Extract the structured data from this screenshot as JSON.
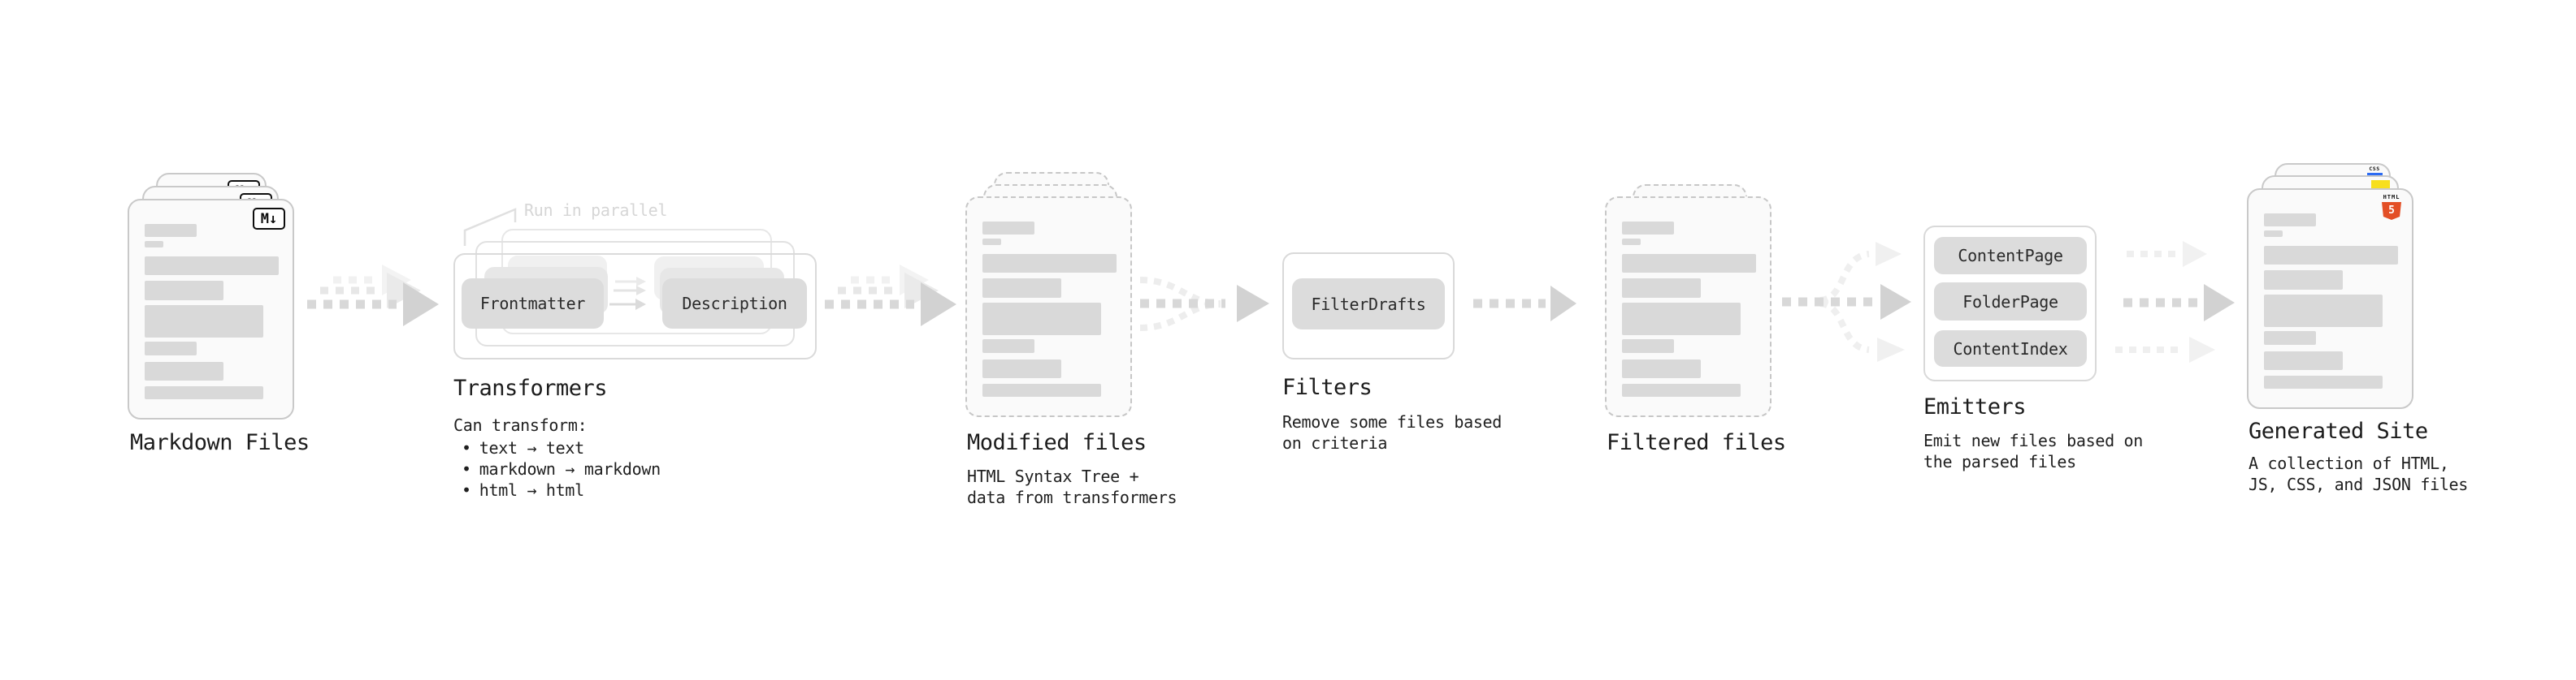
{
  "diagram": {
    "nodes": {
      "markdown_files": {
        "title": "Markdown Files",
        "badge": "M↓"
      },
      "transformers": {
        "note": "Run in parallel",
        "chips": [
          "Frontmatter",
          "Description"
        ],
        "title": "Transformers",
        "description_heading": "Can transform:",
        "bullet_marker": "•",
        "bullets": [
          "text → text",
          "markdown → markdown",
          "html → html"
        ]
      },
      "modified_files": {
        "title": "Modified files",
        "description": [
          "HTML Syntax Tree +",
          "data from transformers"
        ]
      },
      "filters": {
        "chips": [
          "FilterDrafts"
        ],
        "title": "Filters",
        "description": [
          "Remove some files based",
          "on criteria"
        ]
      },
      "filtered_files": {
        "title": "Filtered files"
      },
      "emitters": {
        "chips": [
          "ContentPage",
          "FolderPage",
          "ContentIndex"
        ],
        "title": "Emitters",
        "description": [
          "Emit new files based on",
          "the parsed files"
        ]
      },
      "generated_site": {
        "title": "Generated Site",
        "description": [
          "A collection of HTML,",
          "JS, CSS, and JSON files"
        ],
        "badges": {
          "html": {
            "label": "HTML",
            "number": "5"
          },
          "css": "CSS"
        }
      }
    },
    "colors": {
      "html5_orange": "#e34f26",
      "js_yellow": "#f7df1e",
      "css_blue": "#2b6bf3",
      "bar_gray": "#d9d9d9",
      "card_border": "#c9c9c9",
      "chip_gray": "#dcdcdc",
      "text_dark": "#1c1c1c",
      "note_gray": "#d6d6d6"
    }
  }
}
